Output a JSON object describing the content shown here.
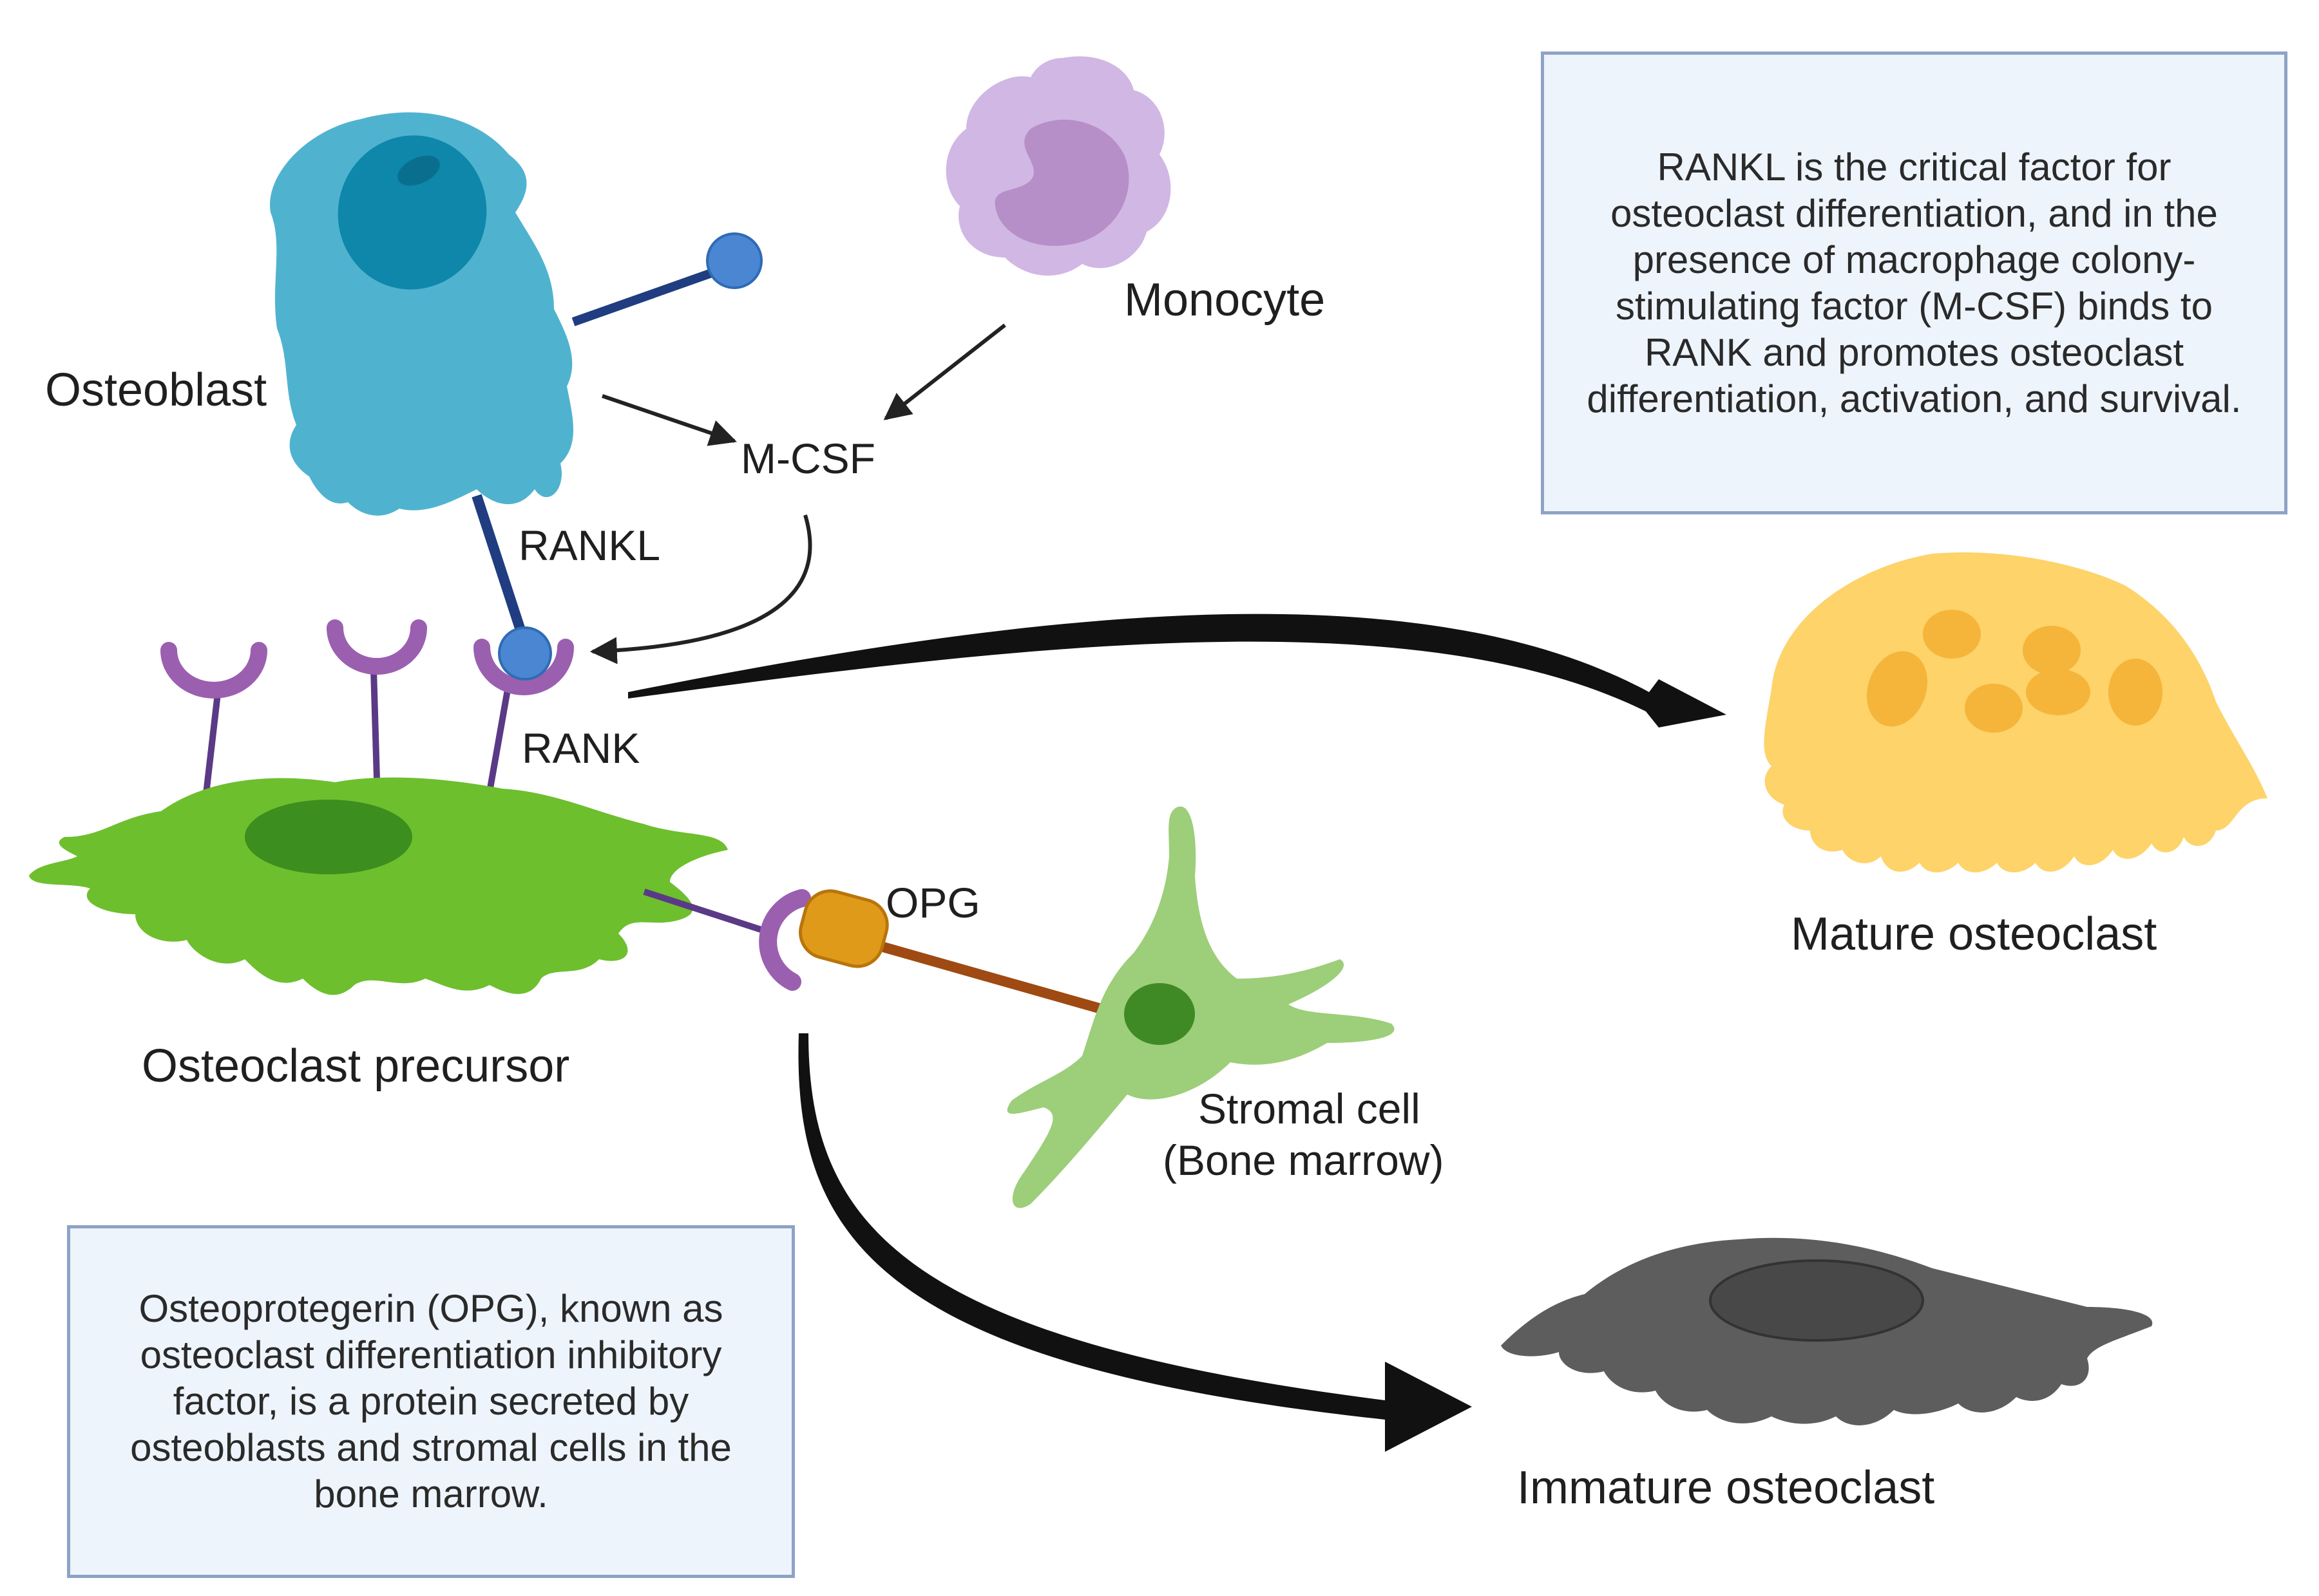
{
  "labels": {
    "osteoblast": "Osteoblast",
    "monocyte": "Monocyte",
    "mcsf": "M-CSF",
    "rankl": "RANKL",
    "rank": "RANK",
    "opg": "OPG",
    "osteoclast_precursor": "Osteoclast precursor",
    "stromal_cell_line1": "Stromal cell",
    "stromal_cell_line2": "(Bone marrow)",
    "mature_osteoclast": "Mature osteoclast",
    "immature_osteoclast": "Immature osteoclast"
  },
  "info_boxes": {
    "rankl_text": "RANKL is the critical factor for osteoclast differentiation, and in the presence of macrophage colony-stimulating factor (M-CSF) binds to RANK and promotes osteoclast differentiation, activation, and survival.",
    "opg_text": "Osteoprotegerin (OPG), known as osteoclast differentiation inhibitory factor, is a protein secreted by osteoblasts and stromal cells in the bone marrow."
  },
  "colors": {
    "osteoblast": "#4fb3cf",
    "osteoblast_nucleus": "#0e87aa",
    "monocyte": "#d1b7e4",
    "monocyte_nucleus": "#b68fc8",
    "precursor": "#6dbf2e",
    "precursor_nucleus": "#3c8e1f",
    "receptor": "#9b5fb0",
    "rankl_ball": "#4a86d1",
    "opg": "#e09a1a",
    "stromal": "#9dce7a",
    "stromal_nucleus": "#3f8a24",
    "mature_osteoclast": "#fdd36a",
    "mature_nucleus": "#f5b53a",
    "immature_osteoclast": "#5d5d5d",
    "immature_nucleus": "#484848",
    "box_fill": "#eef4fb",
    "box_border": "#8da3c6"
  }
}
